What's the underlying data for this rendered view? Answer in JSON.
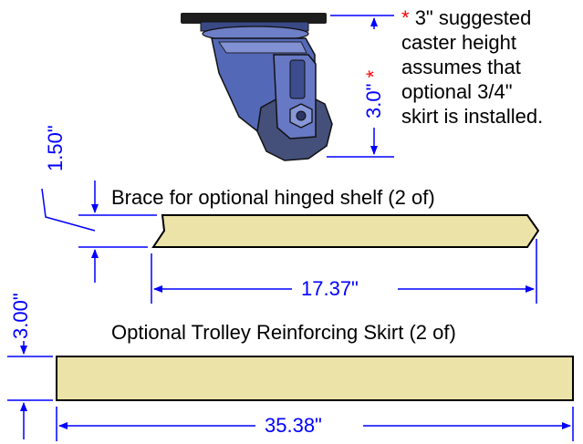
{
  "colors": {
    "dimension": "#0000ff",
    "board_fill": "#ebe3a8",
    "asterisk": "#ff0000",
    "caster_body": "#5468b8",
    "caster_wheel": "#44507a"
  },
  "caster": {
    "icon": "swivel-caster-wheel",
    "height_dimension": "3.0\"",
    "asterisk": "*"
  },
  "note": {
    "asterisk": "*",
    "lines": [
      "3\" suggested",
      "caster height",
      "assumes that",
      "optional 3/4\"",
      "skirt is installed."
    ]
  },
  "brace": {
    "label": "Brace for optional hinged shelf  (2 of)",
    "height_dimension": "1.50\"",
    "length_dimension": "17.37\""
  },
  "skirt": {
    "label": "Optional Trolley Reinforcing Skirt (2 of)",
    "height_dimension": "3.00\"",
    "length_dimension": "35.38\""
  }
}
